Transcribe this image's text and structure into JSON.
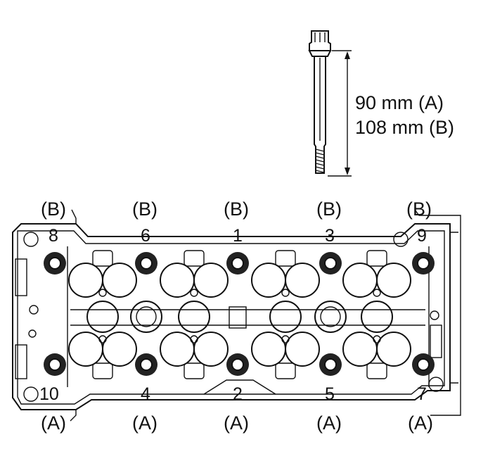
{
  "bolt_spec": {
    "length_a": "90 mm (A)",
    "length_b": "108 mm (B)"
  },
  "top_labels": [
    "(B)",
    "(B)",
    "(B)",
    "(B)",
    "(B)"
  ],
  "bottom_labels": [
    "(A)",
    "(A)",
    "(A)",
    "(A)",
    "(A)"
  ],
  "top_sequence": [
    "8",
    "6",
    "1",
    "3",
    "9"
  ],
  "bottom_sequence": [
    "10",
    "4",
    "2",
    "5",
    "7"
  ]
}
